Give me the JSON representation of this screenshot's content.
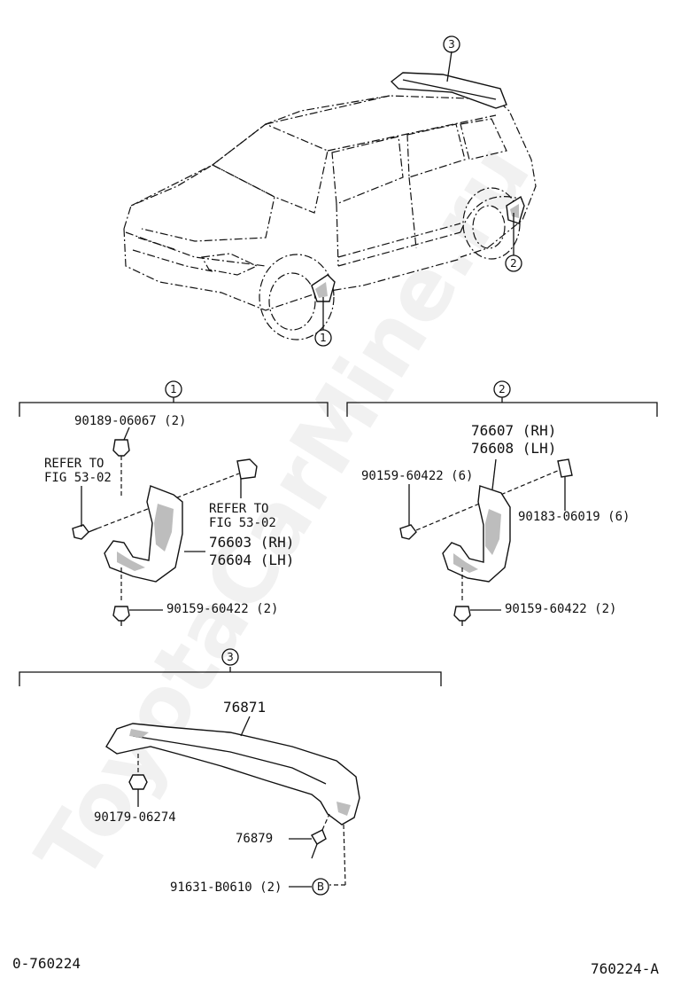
{
  "watermark": "ToyotaCarMine.ru",
  "callouts": {
    "c1": "1",
    "c2": "2",
    "c3": "3",
    "b": "B"
  },
  "section1": {
    "p_nut_top": "90189-06067 (2)",
    "refer_left_1": "REFER TO",
    "refer_left_2": "FIG 53-02",
    "refer_right_1": "REFER TO",
    "refer_right_2": "FIG 53-02",
    "part_rh": "76603 (RH)",
    "part_lh": "76604 (LH)",
    "p_screw_bottom": "90159-60422 (2)"
  },
  "section2": {
    "part_rh": "76607 (RH)",
    "part_lh": "76608 (LH)",
    "p_screw_left": "90159-60422 (6)",
    "p_clip": "90183-06019 (6)",
    "p_screw_bottom": "90159-60422 (2)"
  },
  "section3": {
    "spoiler": "76871",
    "p_nut": "90179-06274",
    "p_bolt": "76879",
    "p_stud": "91631-B0610 (2)"
  },
  "footer": {
    "left_code": "0-760224",
    "right_code": "760224-A"
  }
}
